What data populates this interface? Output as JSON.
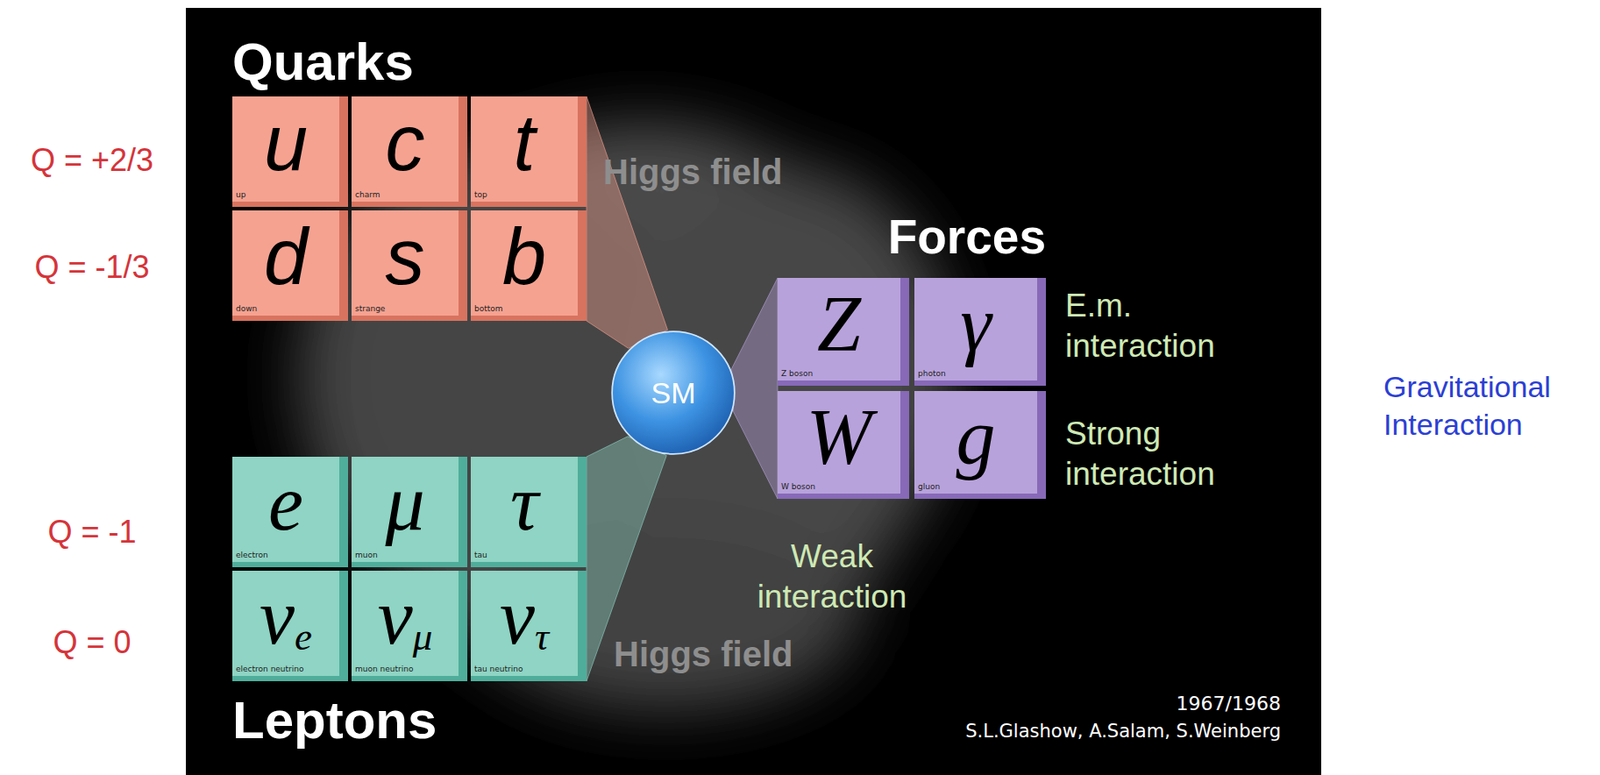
{
  "diagram": {
    "nodes": [
      {
        "text": [
          "Quarks"
        ]
      },
      {
        "text": [
          "u",
          "up"
        ],
        "in": 0
      },
      {
        "text": [
          "c",
          "charm"
        ],
        "in": 0
      },
      {
        "text": [
          "t",
          "top"
        ],
        "in": 0
      },
      {
        "text": [
          "d",
          "down"
        ],
        "in": 0
      },
      {
        "text": [
          "s",
          "strange"
        ],
        "in": 0
      },
      {
        "text": [
          "b",
          "bottom"
        ],
        "in": 0
      },
      {
        "text": [
          "SM"
        ]
      },
      {
        "text": [
          "Forces"
        ]
      },
      {
        "text": [
          "Z",
          "Z boson"
        ],
        "in": 8
      },
      {
        "text": [
          "γ",
          "photon"
        ],
        "in": 8
      },
      {
        "text": [
          "W",
          "W boson"
        ],
        "in": 8
      },
      {
        "text": [
          "g",
          "gluon"
        ],
        "in": 8
      },
      {
        "text": [
          "Leptons"
        ]
      },
      {
        "text": [
          "e",
          "electron"
        ],
        "in": 13
      },
      {
        "text": [
          "μ",
          "muon"
        ],
        "in": 13
      },
      {
        "text": [
          "τ",
          "tau"
        ],
        "in": 13
      },
      {
        "text": [
          "νe",
          "electron neutrino"
        ],
        "in": 13
      },
      {
        "text": [
          "νμ",
          "muon neutrino"
        ],
        "in": 13
      },
      {
        "text": [
          "ντ",
          "tau neutrino"
        ],
        "in": 13
      }
    ],
    "edges": [
      {
        "from": 0,
        "to": 7,
        "arrow": "none"
      },
      {
        "from": 13,
        "to": 7,
        "arrow": "none"
      },
      {
        "from": 7,
        "to": 8,
        "arrow": "none"
      }
    ],
    "labels": [
      "Q = +2/3",
      "Q = -1/3",
      "Q = -1",
      "Q = 0",
      "E.m. interaction",
      "Strong interaction",
      "Weak interaction",
      "Gravitational Interaction",
      "1967/1968",
      "S.L.Glashow, A.Salam, S.Weinberg",
      "Higgs field",
      "Higgs field"
    ]
  }
}
